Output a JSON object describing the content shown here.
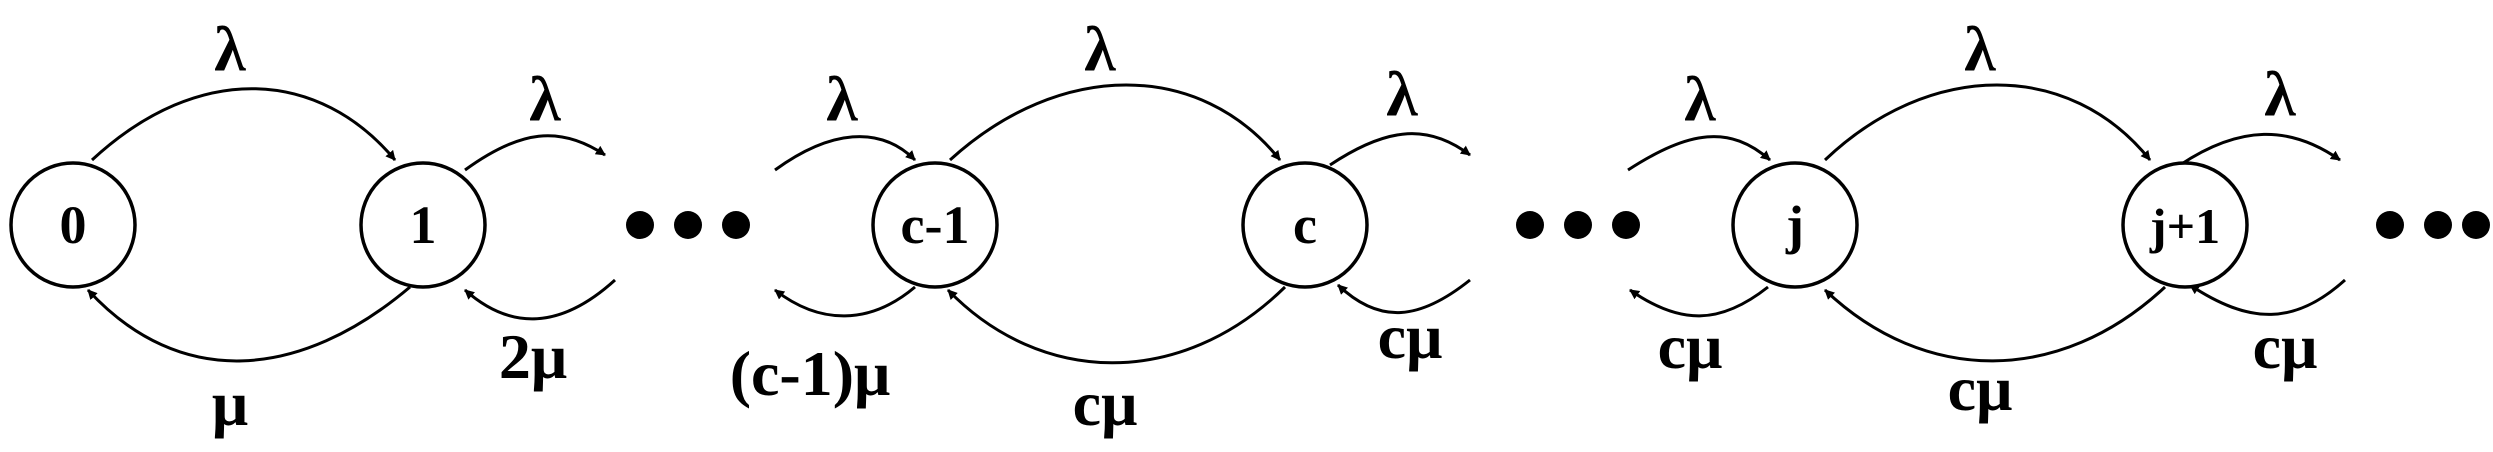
{
  "diagram": {
    "states": [
      {
        "id": "s0",
        "label": "0"
      },
      {
        "id": "s1",
        "label": "1"
      },
      {
        "id": "sc1",
        "label": "c-1"
      },
      {
        "id": "sc",
        "label": "c"
      },
      {
        "id": "sj",
        "label": "j"
      },
      {
        "id": "sj1",
        "label": "j+1"
      }
    ],
    "rates": {
      "lambda": "λ",
      "mu": "μ",
      "two_mu": "2μ",
      "c_minus_1_mu": "(c-1)μ",
      "c_mu": "cμ"
    },
    "ellipsis": "•••"
  }
}
